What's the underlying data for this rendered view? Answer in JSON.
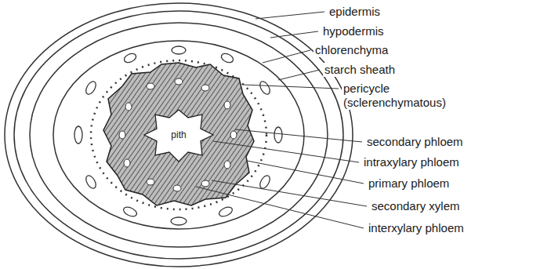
{
  "diagram": {
    "labels": [
      "epidermis",
      "hypodermis",
      "chlorenchyma",
      "starch sheath",
      "pericycle (sclerenchymatous)",
      "secondary phloem",
      "intraxylary phloem",
      "primary phloem",
      "secondary xylem",
      "interxylary phloem",
      "pith"
    ]
  }
}
